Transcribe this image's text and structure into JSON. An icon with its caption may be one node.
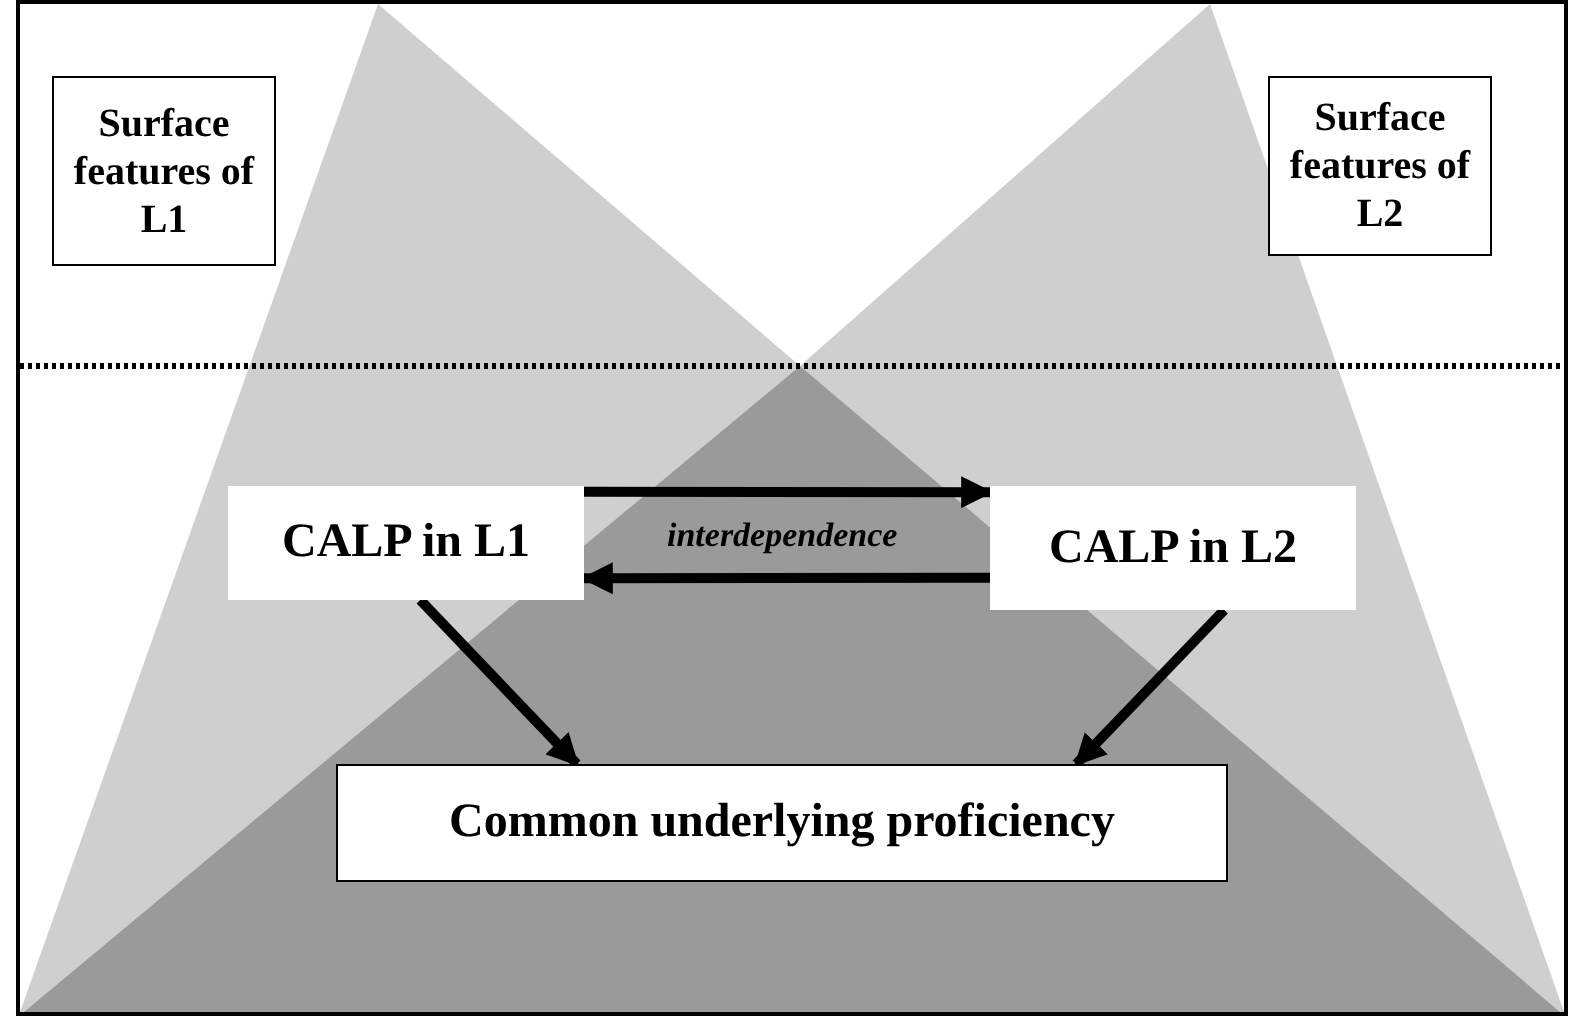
{
  "diagram": {
    "nodes": [
      {
        "text": [
          "Surface features of L1"
        ]
      },
      {
        "text": [
          "Surface features of L2"
        ]
      },
      {
        "text": [
          "CALP in L1"
        ]
      },
      {
        "text": [
          "CALP in L2"
        ]
      },
      {
        "text": [
          "Common underlying proficiency"
        ]
      }
    ],
    "edges": [
      {
        "from": 2,
        "to": 3,
        "arrow": "to",
        "label": "interdependence"
      },
      {
        "from": 3,
        "to": 2,
        "arrow": "to"
      },
      {
        "from": 2,
        "to": 4,
        "arrow": "to"
      },
      {
        "from": 3,
        "to": 4,
        "arrow": "to"
      }
    ]
  }
}
